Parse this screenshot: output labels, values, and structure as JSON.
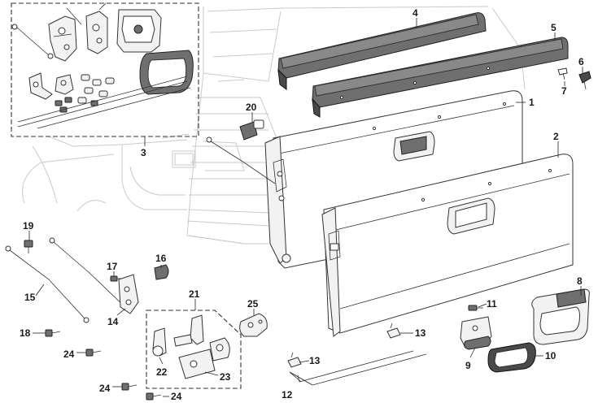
{
  "callouts": {
    "c1": "1",
    "c2": "2",
    "c3": "3",
    "c4": "4",
    "c5": "5",
    "c6": "6",
    "c7": "7",
    "c8": "8",
    "c9": "9",
    "c10": "10",
    "c11": "11",
    "c12": "12",
    "c13a": "13",
    "c13b": "13",
    "c14": "14",
    "c15": "15",
    "c16": "16",
    "c17": "17",
    "c18": "18",
    "c19": "19",
    "c20": "20",
    "c21": "21",
    "c22": "22",
    "c23": "23",
    "c24a": "24",
    "c24b": "24",
    "c24c": "24",
    "c25": "25"
  },
  "colors": {
    "ink": "#1a1a1a",
    "ghost_truck": "#c9c9c9",
    "part_fill": "#f2f2f2",
    "cap_dark": "#6f6f6f"
  }
}
